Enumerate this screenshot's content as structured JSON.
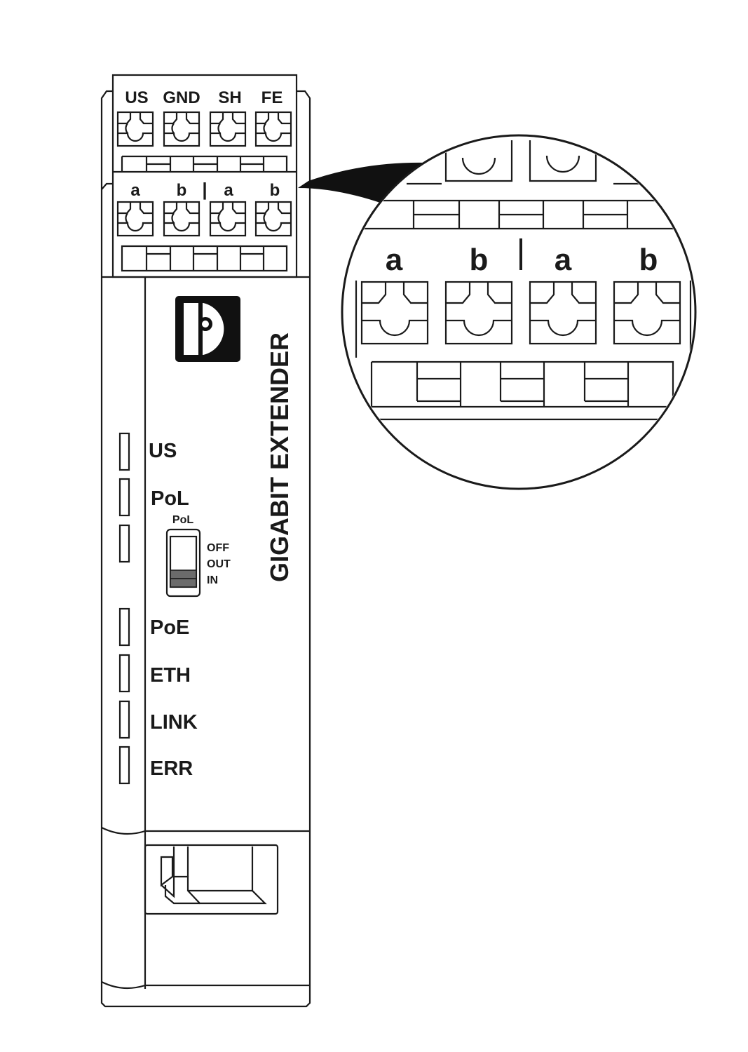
{
  "device": {
    "product_name": "GIGABIT EXTENDER",
    "logo": "phoenix-contact-logo",
    "top_terminal_labels": [
      "US",
      "GND",
      "SH",
      "FE"
    ],
    "line_terminal_labels": [
      "a",
      "b",
      "|",
      "a",
      "b"
    ],
    "leds": [
      {
        "label": "US"
      },
      {
        "label": "PoL"
      },
      {
        "label": ""
      },
      {
        "label": "PoE"
      },
      {
        "label": "ETH"
      },
      {
        "label": "LINK"
      },
      {
        "label": "ERR"
      }
    ],
    "switch": {
      "title": "PoL",
      "positions": [
        "OFF",
        "OUT",
        "IN"
      ],
      "switch_fill_color": "#6b6b6b"
    }
  },
  "magnifier": {
    "labels": [
      "a",
      "b",
      "|",
      "a",
      "b"
    ]
  },
  "colors": {
    "line": "#1a1a1a",
    "background": "#ffffff"
  }
}
